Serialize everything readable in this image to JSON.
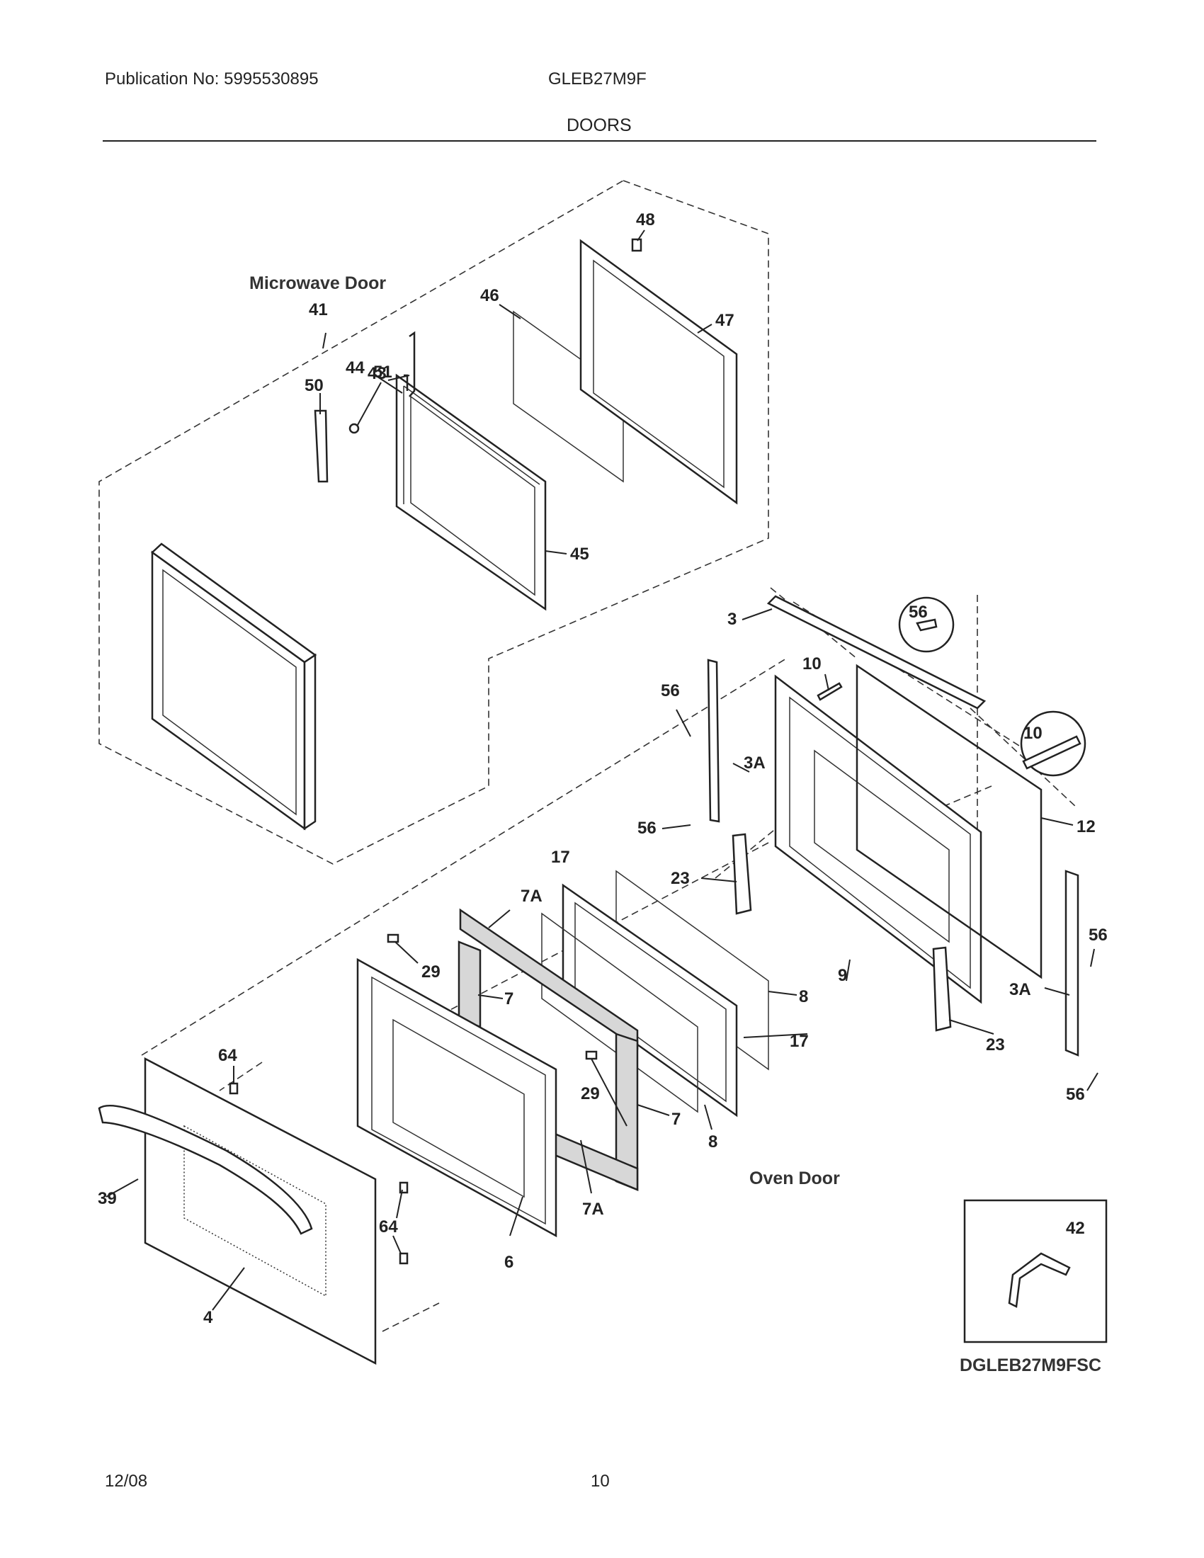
{
  "header": {
    "publication": "Publication No: 5995530895",
    "model": "GLEB27M9F",
    "section": "DOORS"
  },
  "footer": {
    "date": "12/08",
    "page": "10"
  },
  "diagram": {
    "titles": {
      "microwave_door": "Microwave Door",
      "oven_door": "Oven Door"
    },
    "inset_code": "DGLEB27M9FSC",
    "labels": {
      "p48": "48",
      "p46": "46",
      "p47": "47",
      "p41": "41",
      "p50": "50",
      "p51": "51",
      "p45": "45",
      "p43": "43",
      "p44": "44",
      "p3": "3",
      "p56a": "56",
      "p10a": "10",
      "p56b": "56",
      "p10b": "10",
      "p3Aa": "3A",
      "p56c": "56",
      "p12": "12",
      "p17a": "17",
      "p23a": "23",
      "p7Aa": "7A",
      "p29a": "29",
      "p7a": "7",
      "p9": "9",
      "p8a": "8",
      "p56d": "56",
      "p3Ab": "3A",
      "p64a": "64",
      "p17b": "17",
      "p23b": "23",
      "p29b": "29",
      "p7b": "7",
      "p8b": "8",
      "p56e": "56",
      "p39": "39",
      "p64b": "64",
      "p7Ab": "7A",
      "p6": "6",
      "p4": "4",
      "p42": "42"
    }
  }
}
